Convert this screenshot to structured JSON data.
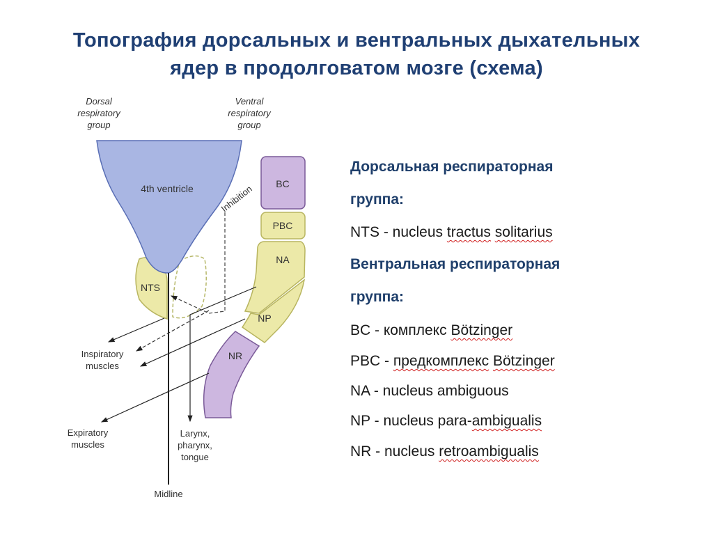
{
  "title": {
    "line1": "Топография дорсальных и вентральных дыхательных",
    "line2": "ядер в продолговатом мозге (схема)"
  },
  "diagram": {
    "dorsal_group": [
      "Dorsal",
      "respiratory",
      "group"
    ],
    "ventral_group": [
      "Ventral",
      "respiratory",
      "group"
    ],
    "ventricle": "4th ventricle",
    "inhibition": "Inhibition",
    "nuclei": {
      "bc": "BC",
      "pbc": "PBC",
      "na": "NA",
      "np": "NP",
      "nr": "NR",
      "nts": "NTS"
    },
    "inspiratory": [
      "Inspiratory",
      "muscles"
    ],
    "expiratory": [
      "Expiratory",
      "muscles"
    ],
    "larynx": [
      "Larynx,",
      "pharynx,",
      "tongue"
    ],
    "midline": "Midline",
    "colors": {
      "ventricle": "#a9b6e3",
      "yellow": "#ece9a8",
      "purple": "#cdb7e0",
      "title": "#1f3f73"
    }
  },
  "legend": {
    "dorsal_heading_1": "Дорсальная респираторная",
    "dorsal_heading_2": "группа:",
    "nts": {
      "pre": "NTS - nucleus ",
      "err1": "tractus",
      "gap": " ",
      "err2": "solitarius"
    },
    "ventral_heading_1": "Вентральная респираторная",
    "ventral_heading_2": "группа:",
    "bc": {
      "pre": "BC - комплекс ",
      "err1": "Bötzinger"
    },
    "pbc": {
      "pre": "PBC - ",
      "err1": "предкомплекс",
      "gap": " ",
      "err2": "Bötzinger"
    },
    "na": {
      "pre": "NA - nucleus ambiguous"
    },
    "np": {
      "pre": "NP - nucleus para-",
      "err1": "ambigualis"
    },
    "nr": {
      "pre": "NR - nucleus ",
      "err1": "retroambigualis"
    }
  }
}
